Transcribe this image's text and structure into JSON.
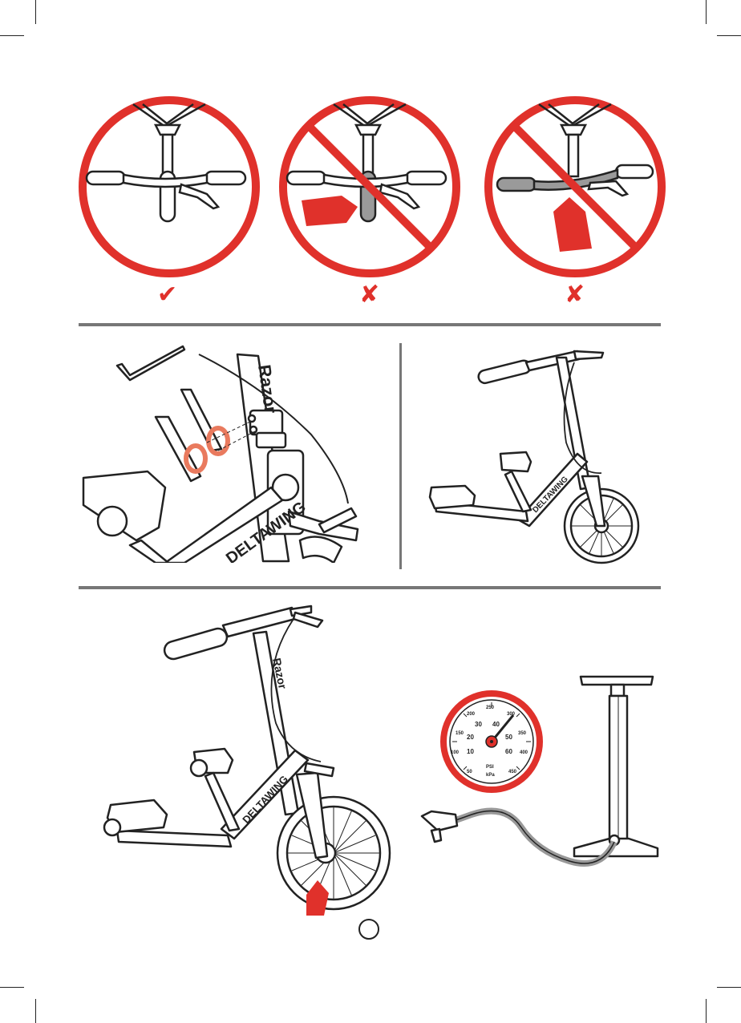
{
  "check_mark": "✔",
  "cross_mark_1": "✘",
  "cross_mark_2": "✘",
  "brand": "Razor",
  "model": "DELTAWING",
  "deck_brand": "Razor",
  "gauge": {
    "psi_ticks": [
      "10",
      "20",
      "30",
      "40",
      "50",
      "60"
    ],
    "kpa_ticks": [
      "50",
      "100",
      "150",
      "200",
      "250",
      "300",
      "350",
      "400",
      "450"
    ],
    "psi_label": "PSI",
    "kpa_label": "kPa"
  },
  "page_number": "",
  "colors": {
    "accent": "#e0312b",
    "rule": "#777777"
  }
}
